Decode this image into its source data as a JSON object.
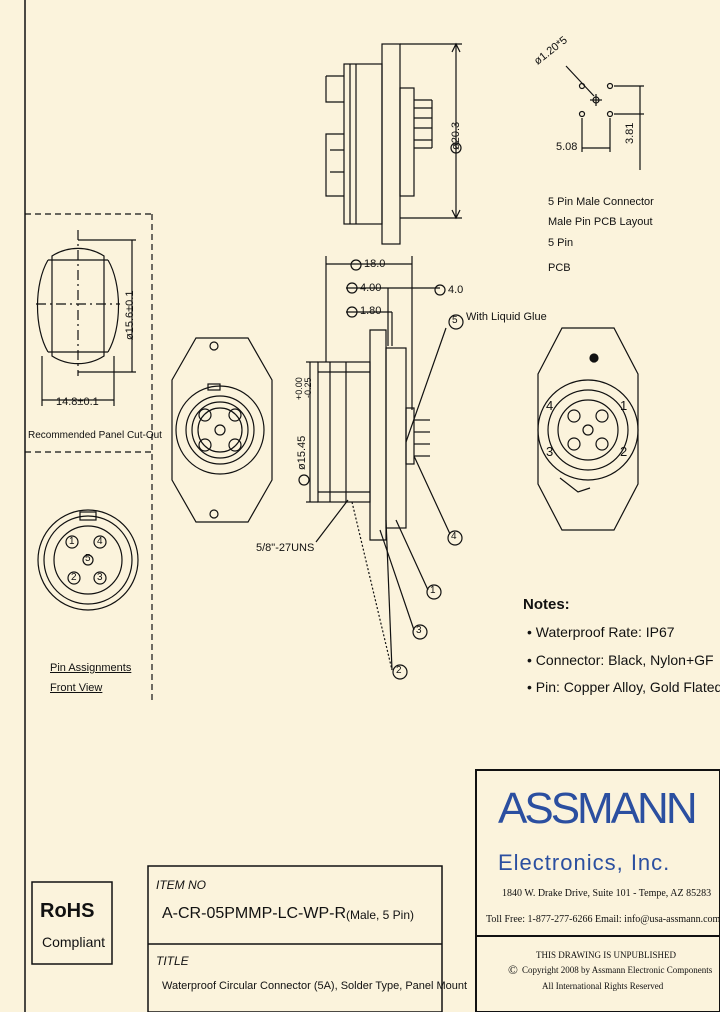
{
  "pcb_layout": {
    "hole_dim": "ø1.20*5",
    "spacing_x": "5.08",
    "spacing_y": "3.81",
    "caption_line1": "5 Pin Male Connector",
    "caption_line2": "Male Pin PCB Layout",
    "caption_line3": "5 Pin",
    "caption_line4": "PCB"
  },
  "side_view": {
    "dia_top": "ø20.3",
    "len_total": "18.0",
    "len_a": "4.00",
    "len_b": "4.0",
    "len_c": "1.80",
    "dia_thread": "ø15.45",
    "tol_plus": "+0.00",
    "tol_minus": "-0.25",
    "thread_label": "5/8\"-27UNS",
    "glue_label": "With Liquid Glue",
    "callouts": [
      "5",
      "4",
      "1",
      "3",
      "2"
    ]
  },
  "panel_cutout": {
    "dia": "ø15.6±0.1",
    "width": "14.8±0.1",
    "caption": "Recommended Panel Cut-Out"
  },
  "pin_assign": {
    "pins": [
      "1",
      "2",
      "3",
      "4",
      "5"
    ],
    "caption_line1": "Pin Assignments",
    "caption_line2": "Front View"
  },
  "rear_view": {
    "pins": [
      "1",
      "2",
      "3",
      "4"
    ]
  },
  "notes": {
    "title": "Notes:",
    "items": [
      "• Waterproof Rate: IP67",
      "• Connector: Black, Nylon+GF",
      "• Pin: Copper Alloy, Gold Flated"
    ]
  },
  "company": {
    "name": "ASSMANN",
    "sub": "Electronics, Inc.",
    "address": "1840 W. Drake Drive, Suite 101 - Tempe, AZ 85283",
    "contact": "Toll Free: 1-877-277-6266  Email: info@usa-assmann.com",
    "unpublished": "THIS DRAWING IS UNPUBLISHED",
    "copyright": "Copyright 2008 by Assmann Electronic Components",
    "rights": "All International Rights Reserved"
  },
  "title_block": {
    "item_label": "ITEM NO",
    "item_value": "A-CR-05PMMP-LC-WP-R",
    "item_desc": "(Male, 5 Pin)",
    "title_label": "TITLE",
    "title_value": "Waterproof Circular Connector (5A), Solder Type, Panel Mount"
  },
  "rohs": {
    "line1": "RoHS",
    "line2": "Compliant"
  }
}
